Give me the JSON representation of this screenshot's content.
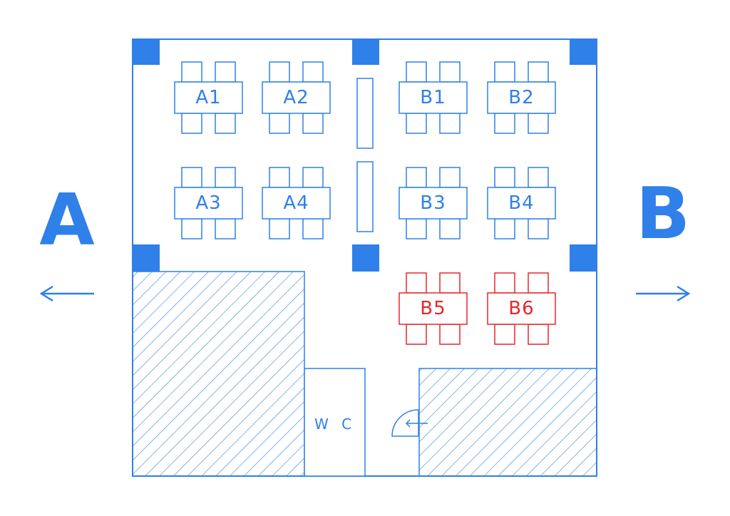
{
  "colors": {
    "primary": "#2f80e8",
    "reserved": "#e8262b",
    "background": "#ffffff"
  },
  "side_labels": {
    "left": "A",
    "right": "B"
  },
  "restroom": {
    "label": "W C"
  },
  "tables": [
    {
      "id": "A1",
      "label": "A1",
      "status": "available"
    },
    {
      "id": "A2",
      "label": "A2",
      "status": "available"
    },
    {
      "id": "A3",
      "label": "A3",
      "status": "available"
    },
    {
      "id": "A4",
      "label": "A4",
      "status": "available"
    },
    {
      "id": "B1",
      "label": "B1",
      "status": "available"
    },
    {
      "id": "B2",
      "label": "B2",
      "status": "available"
    },
    {
      "id": "B3",
      "label": "B3",
      "status": "available"
    },
    {
      "id": "B4",
      "label": "B4",
      "status": "available"
    },
    {
      "id": "B5",
      "label": "B5",
      "status": "reserved"
    },
    {
      "id": "B6",
      "label": "B6",
      "status": "reserved"
    }
  ]
}
